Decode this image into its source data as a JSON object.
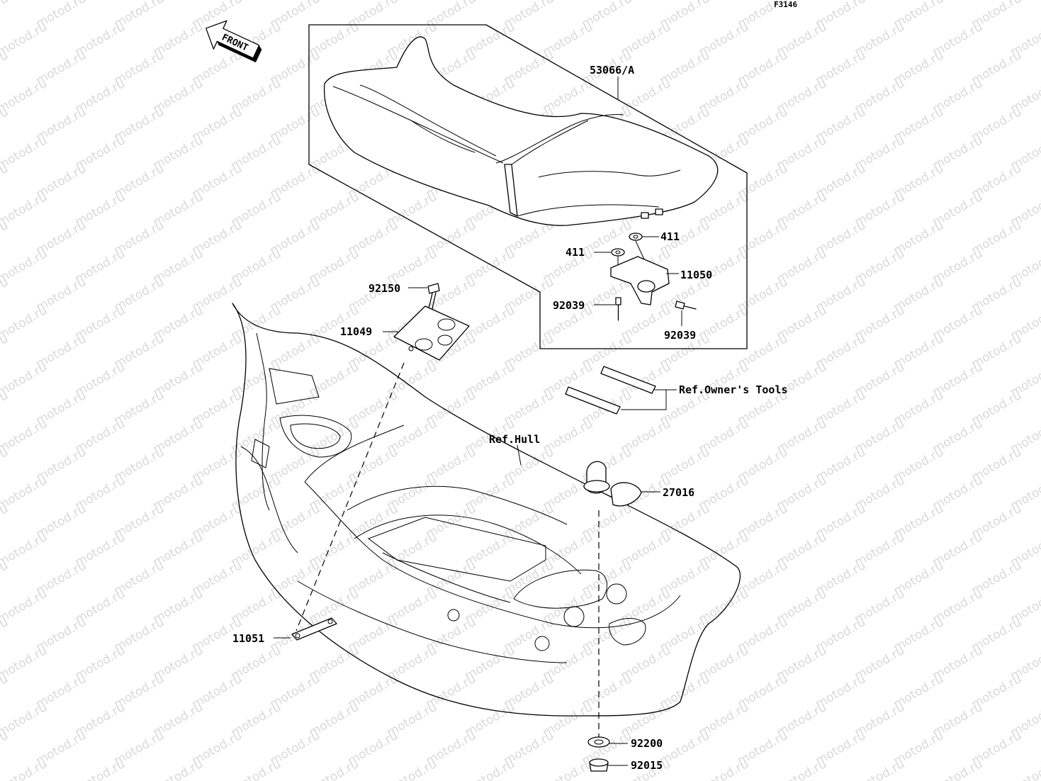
{
  "diagram": {
    "figure_code": "F3146",
    "front_label": "FRONT",
    "watermark": "motod.ru",
    "parts": {
      "seat": "53066/A",
      "washer_top": "411",
      "washer_left": "411",
      "bracket_right": "11050",
      "pin_left": "92039",
      "pin_right": "92039",
      "bolt": "92150",
      "bracket_left": "11049",
      "plate": "11051",
      "cap": "27016",
      "washer_bottom": "92200",
      "nut_bottom": "92015"
    },
    "refs": {
      "owners_tools": "Ref.Owner's Tools",
      "hull": "Ref.Hull"
    }
  }
}
